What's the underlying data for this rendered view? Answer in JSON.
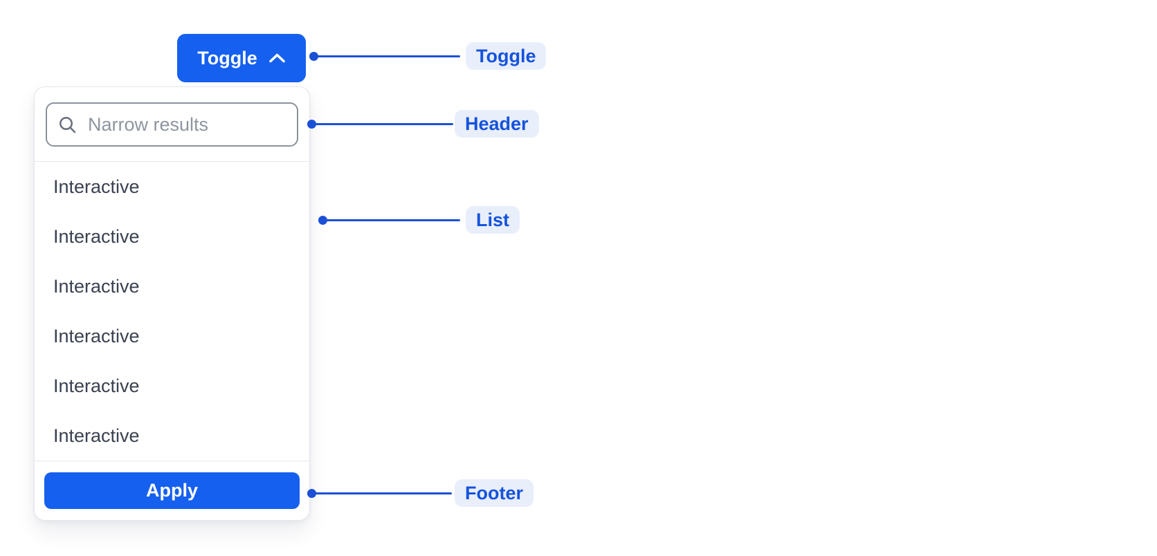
{
  "toggle_button": {
    "label": "Toggle",
    "icon": "chevron-up-icon"
  },
  "dropdown": {
    "search": {
      "placeholder": "Narrow results",
      "value": "",
      "icon": "search-icon"
    },
    "items": [
      "Interactive",
      "Interactive",
      "Interactive",
      "Interactive",
      "Interactive",
      "Interactive"
    ],
    "apply_label": "Apply"
  },
  "annotations": {
    "toggle": "Toggle",
    "header": "Header",
    "list": "List",
    "footer": "Footer"
  },
  "colors": {
    "primary_blue": "#1560ee",
    "annotation_blue": "#1b4fd6",
    "annotation_text_blue": "#1453dc",
    "annotation_pill_bg": "#e9eefb",
    "item_text": "#3a4150",
    "placeholder_gray": "#8d95a0",
    "input_border": "#8a919b",
    "panel_border": "#e3e6ea"
  }
}
